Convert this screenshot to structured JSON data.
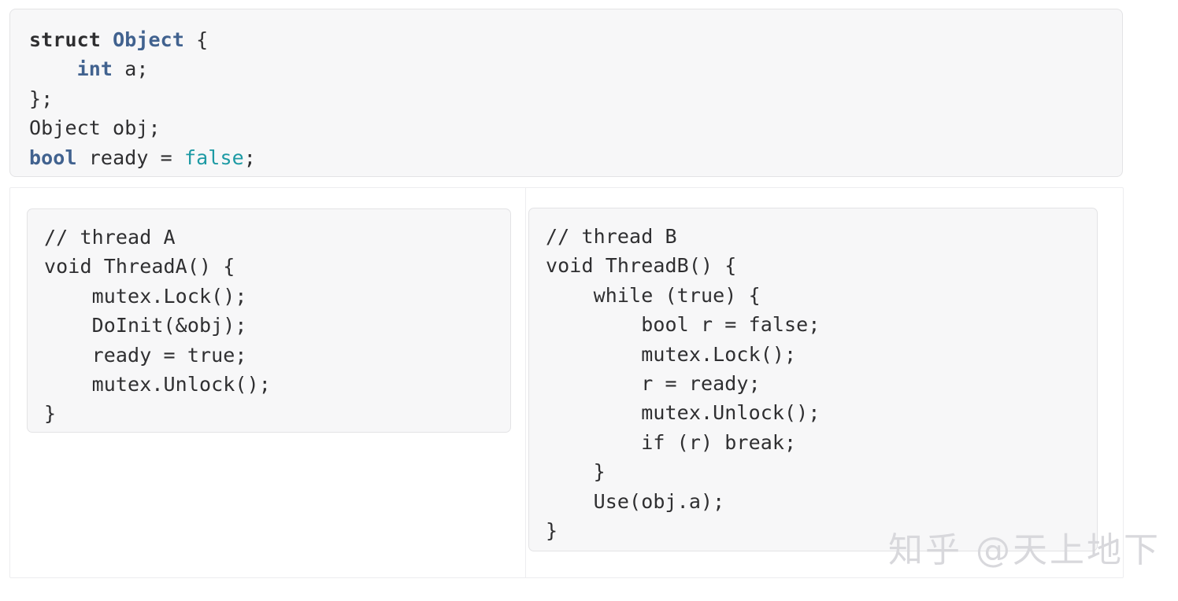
{
  "top_block": {
    "name": "global-declarations",
    "lines": [
      [
        {
          "t": "struct ",
          "c": "kw-b"
        },
        {
          "t": "Object",
          "c": "type-b"
        },
        {
          "t": " {",
          "c": "plain"
        }
      ],
      [
        {
          "t": "    ",
          "c": "plain"
        },
        {
          "t": "int",
          "c": "type-b"
        },
        {
          "t": " a;",
          "c": "plain"
        }
      ],
      [
        {
          "t": "};",
          "c": "plain"
        }
      ],
      [
        {
          "t": "Object obj;",
          "c": "plain"
        }
      ],
      [
        {
          "t": "bool",
          "c": "type-b"
        },
        {
          "t": " ready = ",
          "c": "plain"
        },
        {
          "t": "false",
          "c": "lit"
        },
        {
          "t": ";",
          "c": "plain"
        }
      ]
    ],
    "plain_text": "struct Object {\n    int a;\n};\nObject obj;\nbool ready = false;"
  },
  "table": {
    "left_cell": {
      "label": "thread-a-cell",
      "code": "// thread A\nvoid ThreadA() {\n    mutex.Lock();\n    DoInit(&obj);\n    ready = true;\n    mutex.Unlock();\n}"
    },
    "right_cell": {
      "label": "thread-b-cell",
      "code": "// thread B\nvoid ThreadB() {\n    while (true) {\n        bool r = false;\n        mutex.Lock();\n        r = ready;\n        mutex.Unlock();\n        if (r) break;\n    }\n    Use(obj.a);\n}"
    }
  },
  "watermark": {
    "text": "知乎 @天上地下"
  },
  "colors": {
    "code_background": "#f7f7f8",
    "code_border": "#e3e3e5",
    "table_border": "#ededef",
    "text": "#2f2f31",
    "type_keyword": "#41628f",
    "literal": "#1d9aa4",
    "watermark": "#d8d8dc",
    "page_background": "#ffffff"
  }
}
